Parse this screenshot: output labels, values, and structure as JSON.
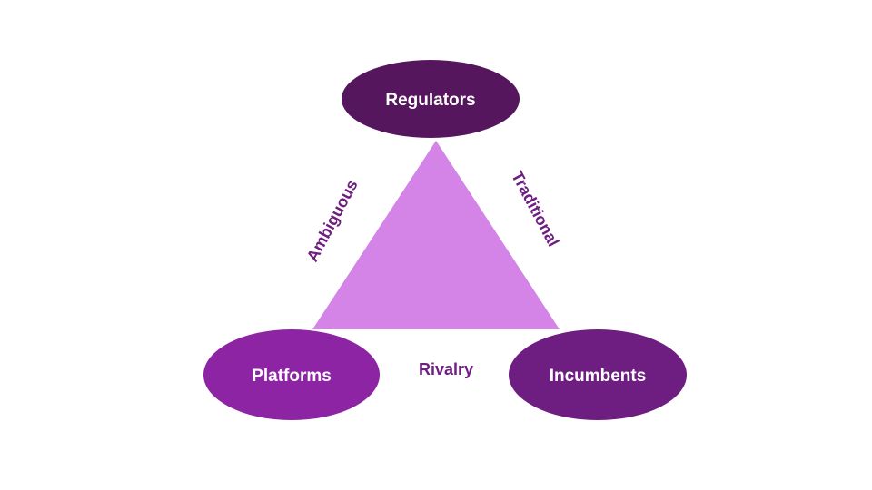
{
  "diagram": {
    "center_triangle": {
      "color": "#d484e6"
    },
    "nodes": {
      "regulators": {
        "label": "Regulators",
        "color": "#56165e"
      },
      "platforms": {
        "label": "Platforms",
        "color": "#8c24a3"
      },
      "incumbents": {
        "label": "Incumbents",
        "color": "#6e1d80"
      }
    },
    "relationships": {
      "platforms_regulators": {
        "label": "Ambiguous"
      },
      "regulators_incumbents": {
        "label": "Traditional"
      },
      "platforms_incumbents": {
        "label": "Rivalry"
      }
    },
    "label_color": "#6f1e82"
  }
}
